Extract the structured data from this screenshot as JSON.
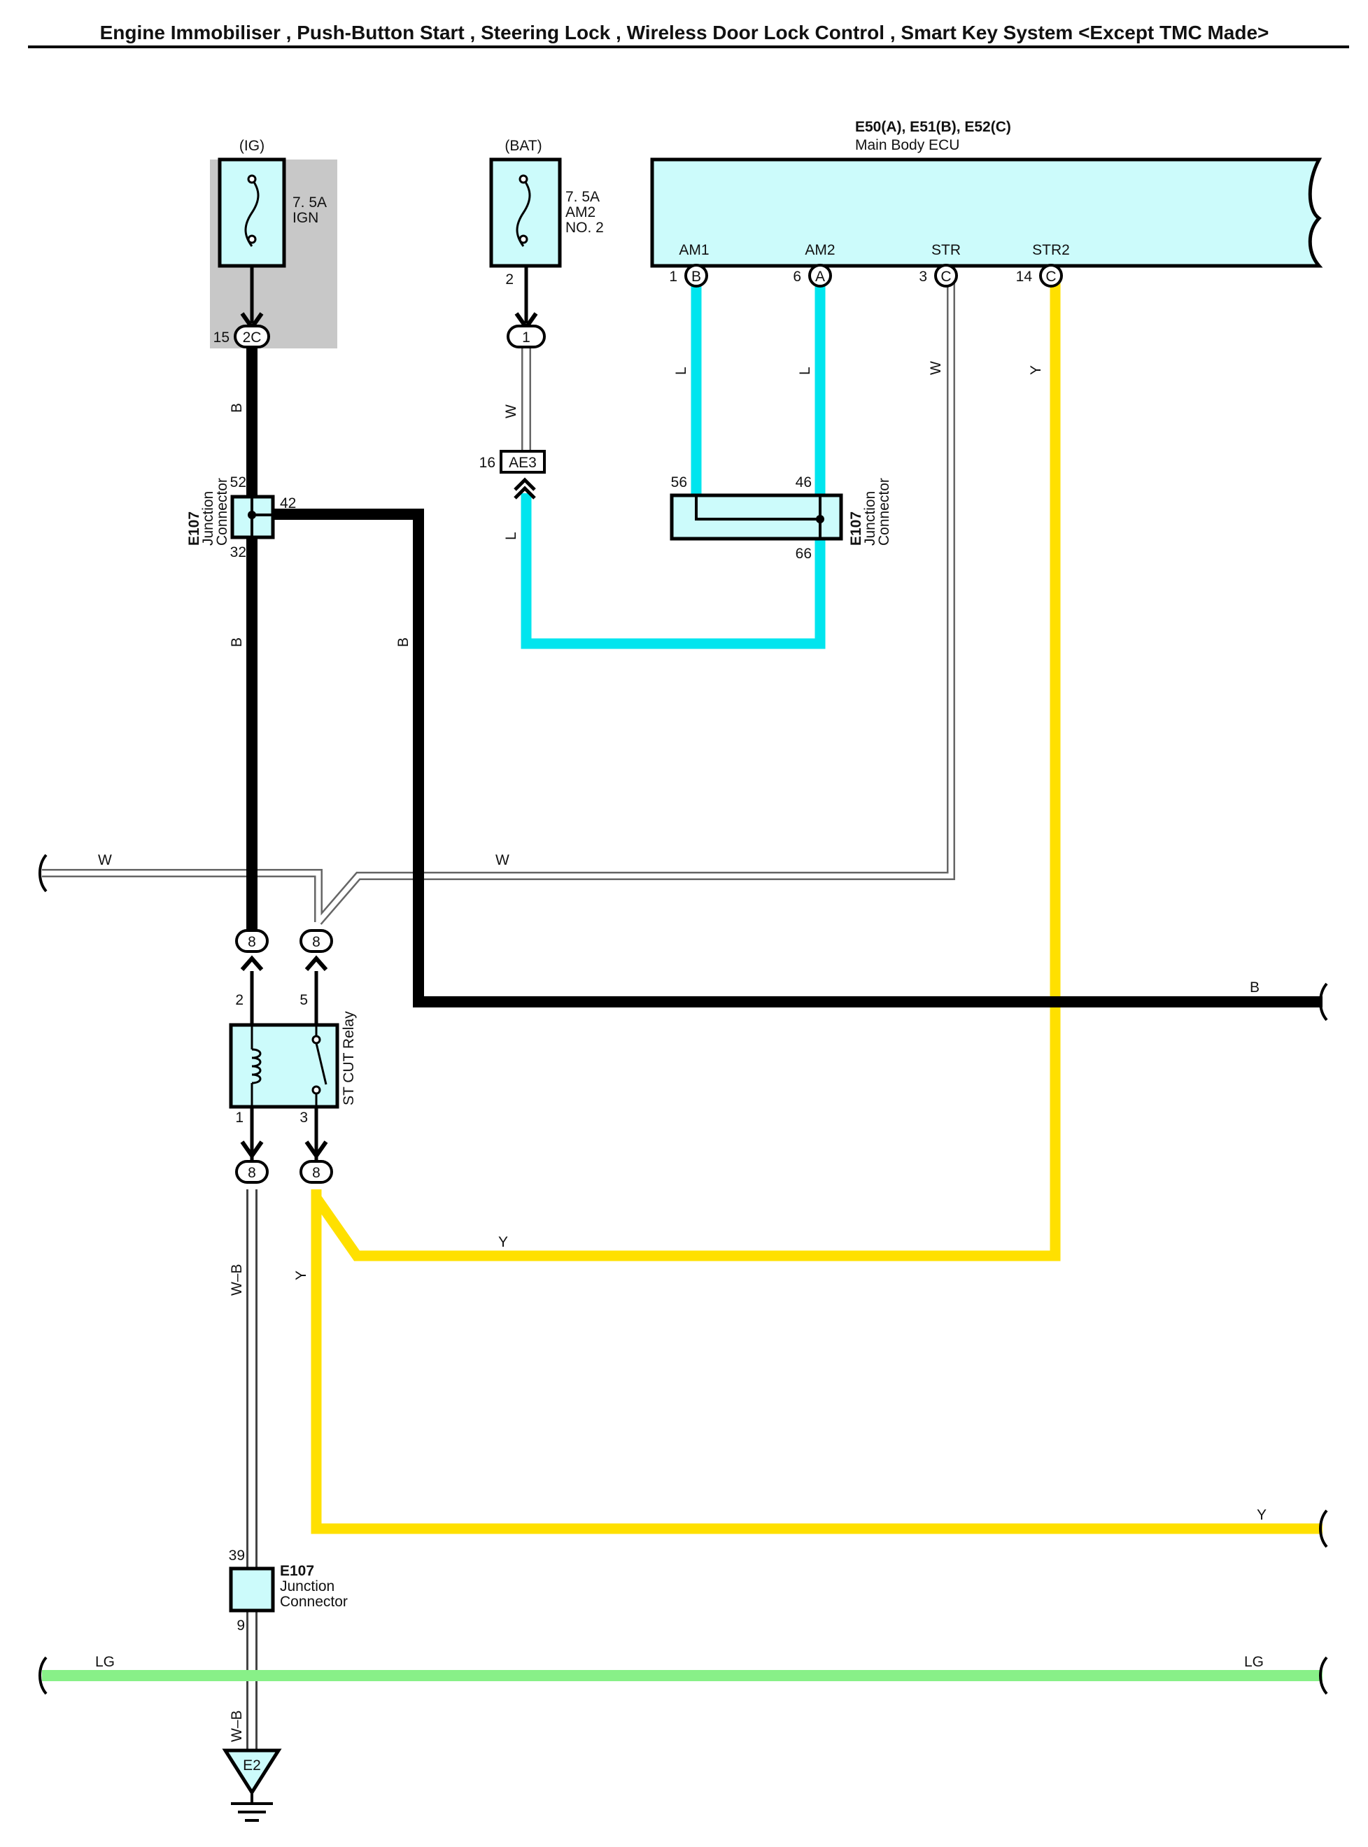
{
  "title": "Engine Immobiliser , Push-Button Start , Steering Lock , Wireless Door Lock Control , Smart Key System <Except TMC Made>",
  "colors": {
    "wire_black": "#000000",
    "wire_blue": "#00e5ee",
    "wire_yellow": "#ffe000",
    "wire_lightgreen": "#88f088",
    "wire_white": "#ffffff",
    "component_fill": "#ccfbfb",
    "shade": "#c8c8c8"
  },
  "fuses": {
    "ign": {
      "source": "(IG)",
      "rating": "7. 5A",
      "name": "IGN"
    },
    "am2": {
      "source": "(BAT)",
      "rating": "7. 5A",
      "name_line1": "AM2",
      "name_line2": "NO. 2",
      "pin": "2"
    }
  },
  "ecu": {
    "title": "E50(A), E51(B), E52(C)",
    "name": "Main Body ECU",
    "terminals": [
      {
        "label": "AM1",
        "pin": "1",
        "conn": "B"
      },
      {
        "label": "AM2",
        "pin": "6",
        "conn": "A"
      },
      {
        "label": "STR",
        "pin": "3",
        "conn": "C"
      },
      {
        "label": "STR2",
        "pin": "14",
        "conn": "C"
      }
    ]
  },
  "connectors": {
    "c2c": {
      "pin": "15",
      "id": "2C"
    },
    "c1": {
      "id": "1"
    },
    "ae3": {
      "pin": "16",
      "id": "AE3"
    },
    "relay_top_left": "8",
    "relay_top_right": "8",
    "relay_bot_left": "8",
    "relay_bot_right": "8"
  },
  "junctions": {
    "jc_left": {
      "id": "E107",
      "name_line1": "Junction",
      "name_line2": "Connector",
      "pins": [
        "52",
        "42",
        "32"
      ]
    },
    "jc_right": {
      "id": "E107",
      "name_line1": "Junction",
      "name_line2": "Connector",
      "pins": [
        "56",
        "46",
        "66"
      ]
    },
    "jc_bottom": {
      "id": "E107",
      "name_line1": "Junction",
      "name_line2": "Connector",
      "pins": [
        "39",
        "9"
      ]
    }
  },
  "relay": {
    "name": "ST CUT Relay",
    "pins": [
      "2",
      "5",
      "1",
      "3"
    ]
  },
  "ground": {
    "id": "E2"
  },
  "wire_labels": {
    "b1": "B",
    "b2": "B",
    "b3": "B",
    "b4": "B",
    "w1": "W",
    "w2": "W",
    "w3": "W",
    "w4": "W",
    "l1": "L",
    "l2": "L",
    "l3": "L",
    "y1": "Y",
    "y2": "Y",
    "y3": "Y",
    "y4": "Y",
    "wb1": "W–B",
    "wb2": "W–B",
    "lg1": "LG",
    "lg2": "LG"
  }
}
